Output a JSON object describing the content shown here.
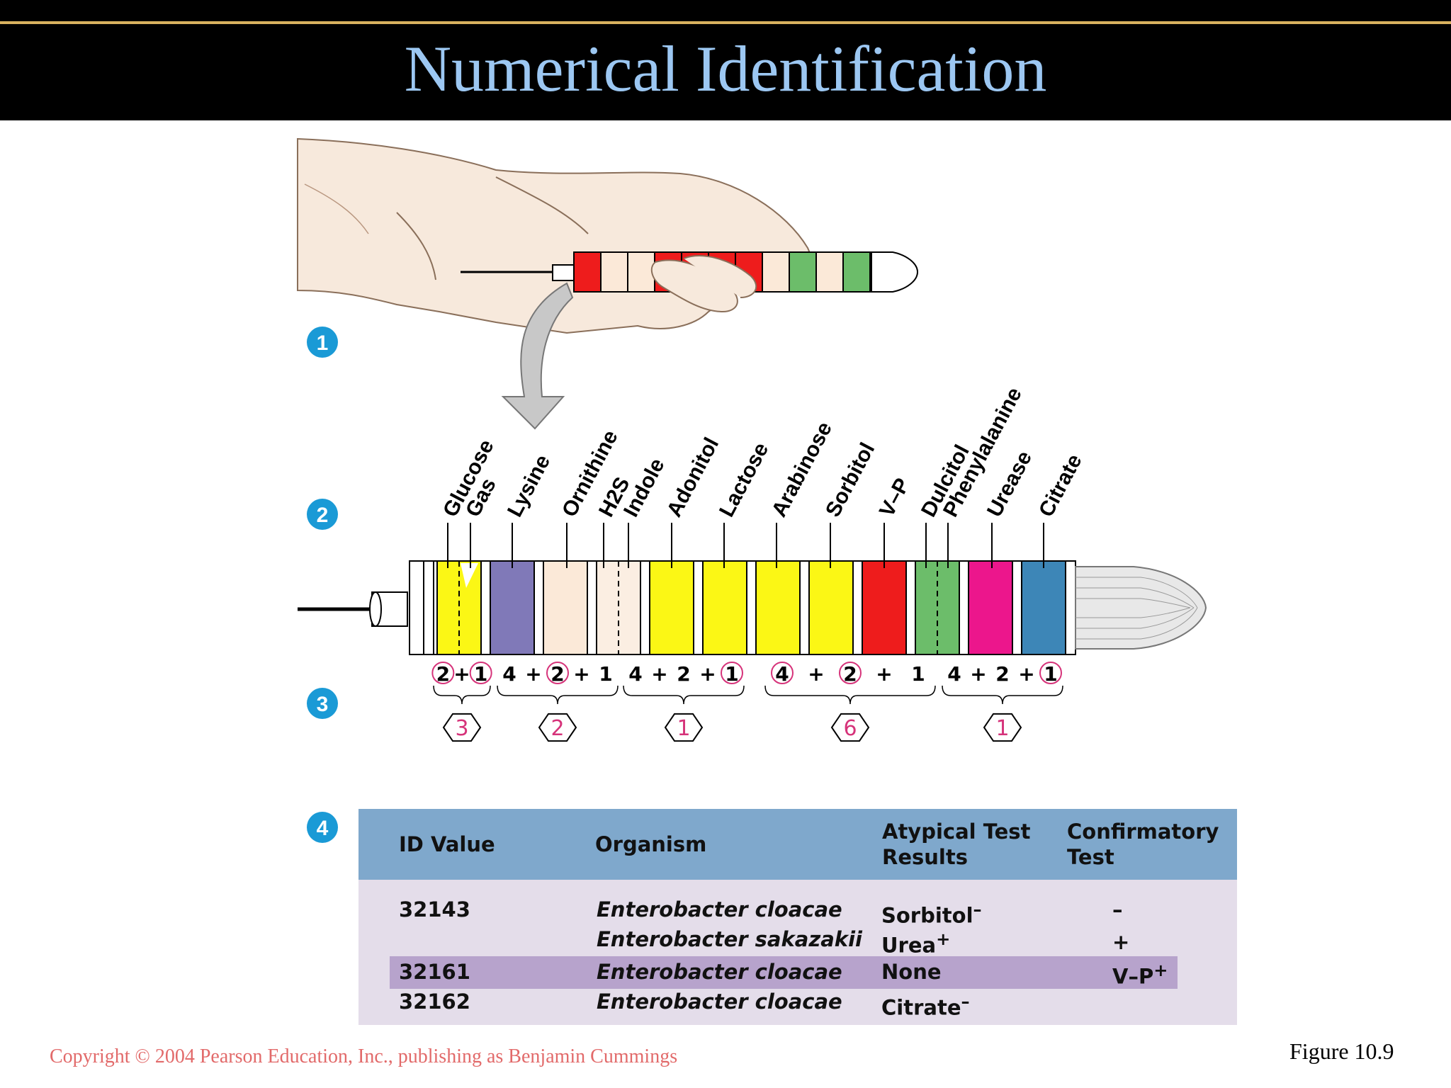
{
  "slide": {
    "title": "Numerical Identification",
    "copyright": "Copyright © 2004 Pearson Education, Inc., publishing as Benjamin Cummings",
    "figure_label": "Figure 10.9"
  },
  "steps": [
    "1",
    "2",
    "3",
    "4"
  ],
  "tests": [
    "Glucose",
    "Gas",
    "Lysine",
    "Ornithine",
    "H2S",
    "Indole",
    "Adonitol",
    "Lactose",
    "Arabinose",
    "Sorbitol",
    "V–P",
    "Dulcitol",
    "Phenylalanine",
    "Urease",
    "Citrate"
  ],
  "tube_colors": {
    "glucose_gas": "#fbf715",
    "lysine": "#8079b8",
    "ornithine": "#fbe9d8",
    "h2s_indole": "#fbeee2",
    "adonitol": "#fbf715",
    "lactose": "#fbf715",
    "arabinose": "#fbf715",
    "sorbitol": "#fbf715",
    "vp": "#ee1c1c",
    "dulcitol_phenylalanine": "#6cbd6a",
    "urease": "#ec168c",
    "citrate": "#3d86b7"
  },
  "score_groups": [
    {
      "expression": [
        "2",
        "+",
        "1"
      ],
      "circled": [
        true,
        false,
        true
      ],
      "total": "3"
    },
    {
      "expression": [
        "4",
        "+",
        "2",
        "+",
        "1"
      ],
      "circled": [
        false,
        false,
        true,
        false,
        false
      ],
      "total": "2"
    },
    {
      "expression": [
        "4",
        "+",
        "2",
        "+",
        "1"
      ],
      "circled": [
        false,
        false,
        false,
        false,
        true
      ],
      "total": "1"
    },
    {
      "expression": [
        "4",
        "+",
        "2",
        "+",
        "1"
      ],
      "circled": [
        true,
        false,
        true,
        false,
        false
      ],
      "total": "6"
    },
    {
      "expression": [
        "4",
        "+",
        "2",
        "+",
        "1"
      ],
      "circled": [
        false,
        false,
        false,
        false,
        true
      ],
      "total": "1"
    }
  ],
  "table": {
    "headers": {
      "id_value": "ID Value",
      "organism": "Organism",
      "atypical_1": "Atypical Test",
      "atypical_2": "Results",
      "confirm_1": "Confirmatory",
      "confirm_2": "Test"
    },
    "rows": [
      {
        "id": "32143",
        "organism": "Enterobacter cloacae",
        "atypical": "Sorbitol",
        "atypical_sup": "–",
        "confirm": "–",
        "highlight": false
      },
      {
        "id": "",
        "organism": "Enterobacter sakazakii",
        "atypical": "Urea",
        "atypical_sup": "+",
        "confirm": "+",
        "highlight": false
      },
      {
        "id": "32161",
        "organism": "Enterobacter cloacae",
        "atypical": "None",
        "atypical_sup": "",
        "confirm": "V–P",
        "confirm_sup": "+",
        "highlight": true
      },
      {
        "id": "32162",
        "organism": "Enterobacter cloacae",
        "atypical": "Citrate",
        "atypical_sup": "–",
        "confirm": "",
        "highlight": false
      }
    ]
  }
}
